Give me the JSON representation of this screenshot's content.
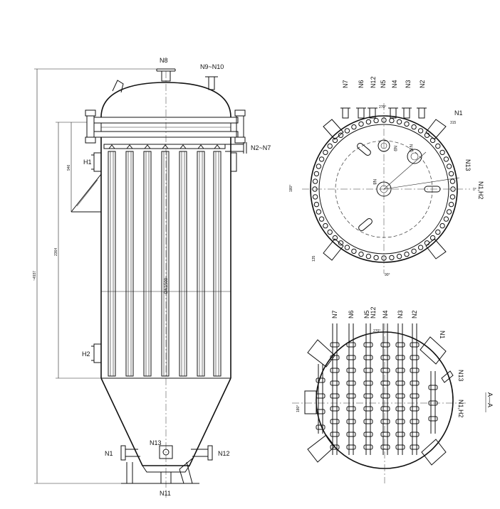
{
  "front_view": {
    "nozzles": {
      "top_manway": "N8",
      "vent": "N9~N10",
      "filter_outlets": "N2~N7",
      "inlet": "N1",
      "side_outlet": "N13",
      "bottom_outlet": "N12",
      "drain": "N11"
    },
    "lugs": {
      "upper": "H1",
      "lower": "H2"
    },
    "shell_dia": "DN1500",
    "dims": {
      "overall": "~4937",
      "lower": "2364",
      "upper": "946"
    }
  },
  "top_view": {
    "nozzles": [
      "N7",
      "N6",
      "N12",
      "N5",
      "N4",
      "N3",
      "N2"
    ],
    "right_labels": {
      "n1": "N1",
      "n13": "N13",
      "n1h2": "N1,H2"
    },
    "center_labels": [
      "N9",
      "N10",
      "N8"
    ],
    "angles": {
      "top": "270°",
      "left": "180°",
      "bottom": "90°",
      "right": "0°",
      "ne": "315",
      "sw": "135"
    }
  },
  "section": {
    "nozzles": [
      "N7",
      "N6",
      "N5",
      "N12",
      "N4",
      "N3",
      "N2"
    ],
    "right_labels": {
      "n1": "N1",
      "n13": "N13",
      "n1h2": "N1,H2"
    },
    "angles": {
      "top": "270°",
      "left": "180°"
    },
    "title": "A—A"
  }
}
